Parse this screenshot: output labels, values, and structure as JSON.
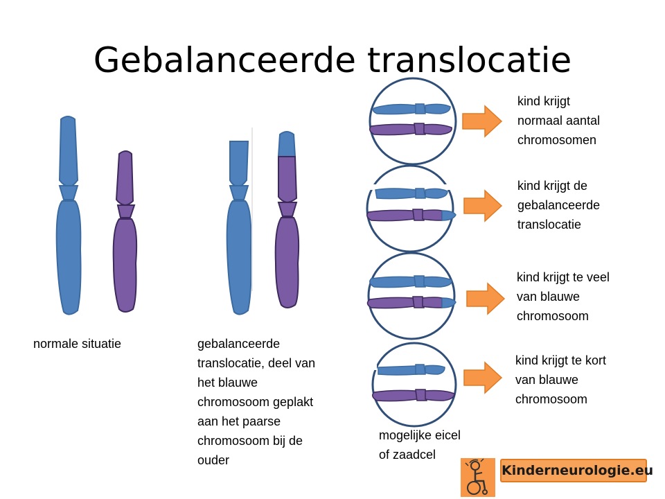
{
  "title": "Gebalanceerde translocatie",
  "colors": {
    "blue": "#4f81bd",
    "purple": "#7b5ba3",
    "outline_purple": "#3d2a5c",
    "outline_blue": "#3a6aa0",
    "arrow": "#f79646",
    "circle": "#2f4e78"
  },
  "labels": {
    "normal": "normale situatie",
    "balanced": "gebalanceerde\ntranslocatie, deel van\nhet blauwe\nchromosoom geplakt\naan het paarse\nchromosoom bij de\nouder",
    "cell": "mogelijke eicel\nof zaadcel"
  },
  "outcomes": [
    {
      "text": "kind krijgt\nnormaal aantal\nchromosomen"
    },
    {
      "text": "kind krijgt de\ngebalanceerde\ntranslocatie"
    },
    {
      "text": "kind krijgt te veel\nvan blauwe\nchromosoom"
    },
    {
      "text": "kind krijgt te kort\nvan blauwe\nchromosoom"
    }
  ],
  "logo": {
    "text": "Kinderneurologie.eu",
    "icon": "child-wheelchair-icon"
  }
}
